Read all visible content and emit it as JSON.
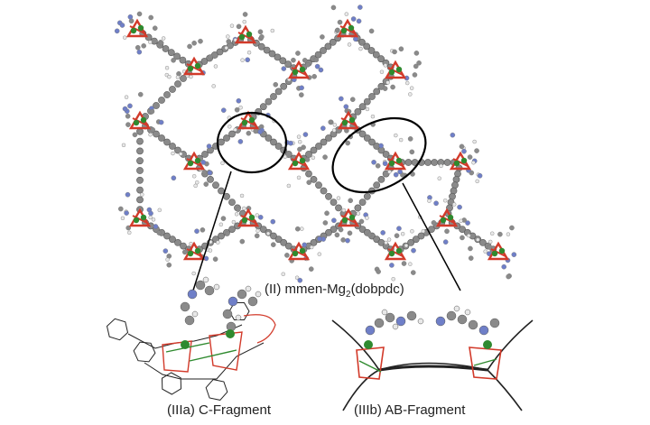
{
  "captions": {
    "main_prefix": "(II) mmen-Mg",
    "main_sub": "2",
    "main_suffix": "(dobpdc)",
    "fragment_a": "(IIIa) C-Fragment",
    "fragment_b": "(IIIb) AB-Fragment"
  },
  "colors": {
    "carbon": "#8a8a8a",
    "hydrogen": "#e8e8e8",
    "nitrogen": "#6f7fc8",
    "oxygen": "#d23a2a",
    "magnesium": "#2f8a2f",
    "bond_line": "#222222"
  }
}
